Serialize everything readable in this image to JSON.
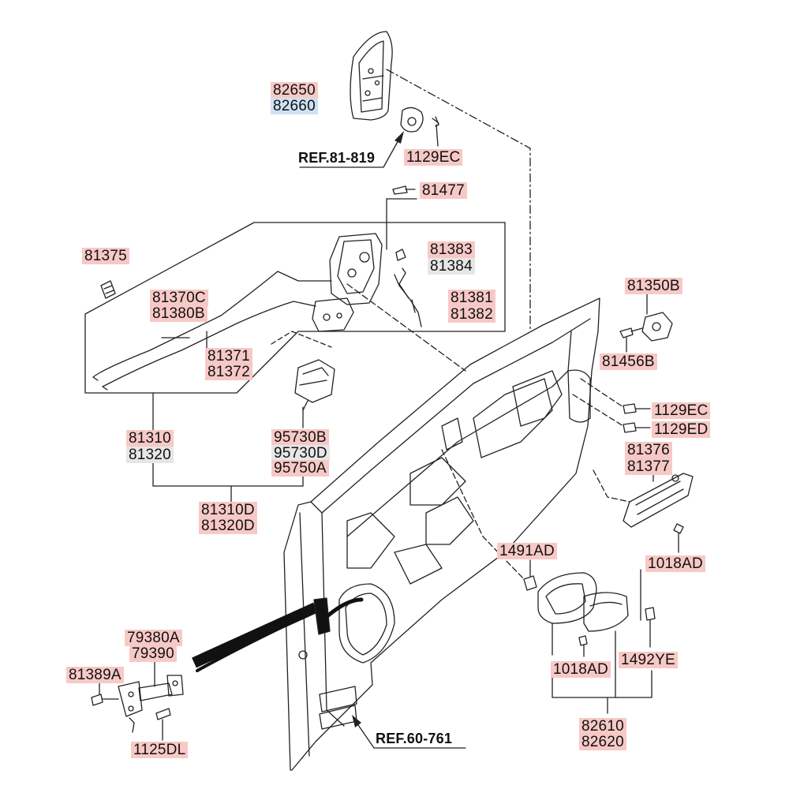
{
  "labels": {
    "p82650": "82650",
    "p82660": "82660",
    "ref81819": "REF.81-819",
    "p1129ec_top": "1129EC",
    "p81477": "81477",
    "p81375": "81375",
    "p81383": "81383",
    "p81384": "81384",
    "p81370c": "81370C",
    "p81380b": "81380B",
    "p81381": "81381",
    "p81382": "81382",
    "p81350b": "81350B",
    "p81371": "81371",
    "p81372": "81372",
    "p81456b": "81456B",
    "p1129ec": "1129EC",
    "p1129ed": "1129ED",
    "p81310": "81310",
    "p81320": "81320",
    "p95730b": "95730B",
    "p95730d": "95730D",
    "p95750a": "95750A",
    "p81376": "81376",
    "p81377": "81377",
    "p81310d": "81310D",
    "p81320d": "81320D",
    "p1491ad": "1491AD",
    "p1018ad_right": "1018AD",
    "p79380a": "79380A",
    "p79390": "79390",
    "p81389a": "81389A",
    "p1018ad": "1018AD",
    "p1492ye": "1492YE",
    "p82610": "82610",
    "p82620": "82620",
    "p1125dl": "1125DL",
    "ref60761": "REF.60-761"
  },
  "colors": {
    "highlight": "#f7c9c6",
    "highlight_blue": "#cfe0f3",
    "highlight_grey": "#e6e6e6",
    "line": "#222222"
  }
}
